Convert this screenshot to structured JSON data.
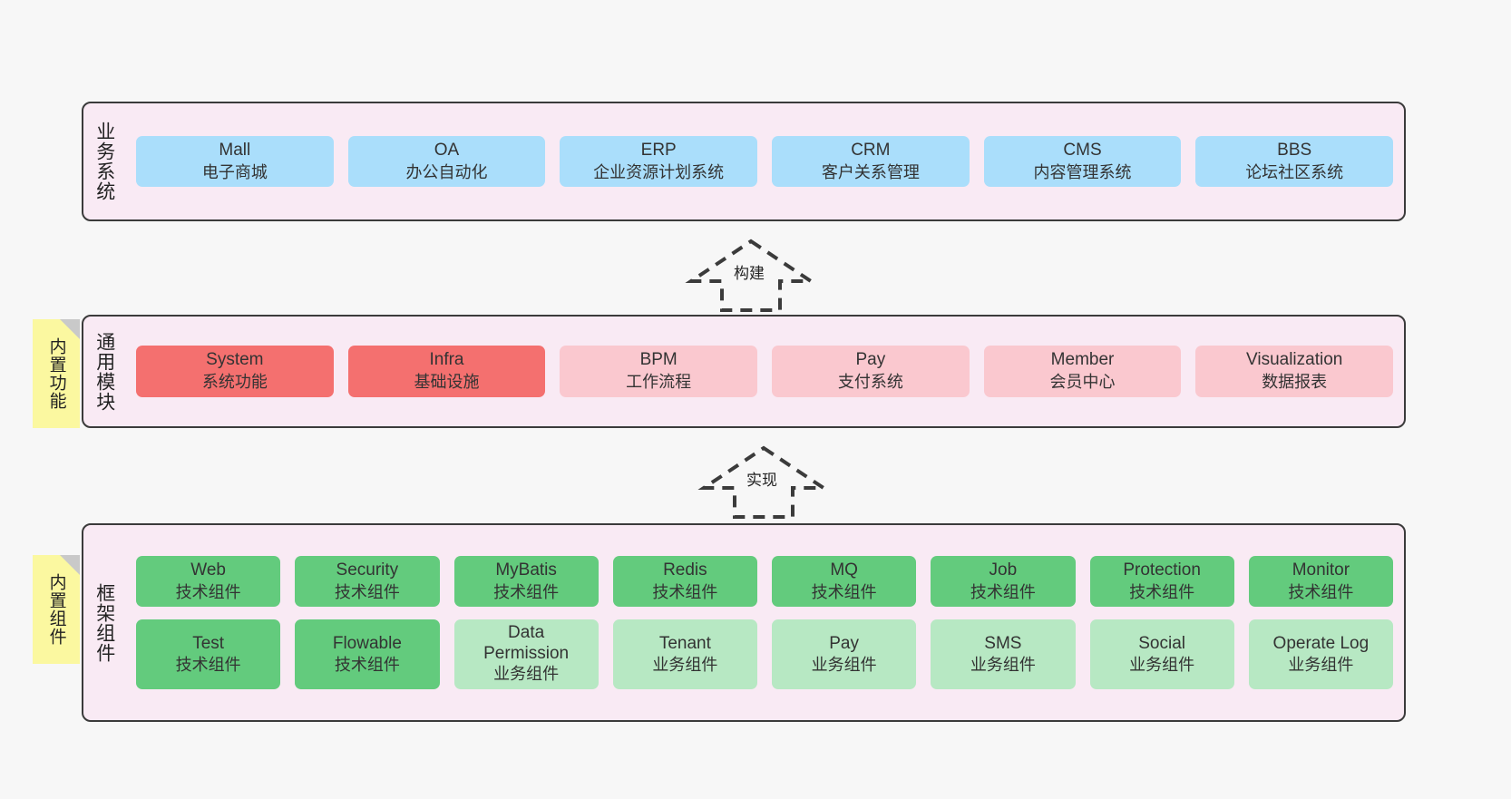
{
  "canvas": {
    "background": "#f7f7f7"
  },
  "palette": {
    "panel_fill": "#f9eaf4",
    "panel_border": "#3b3b3b",
    "blue": "#aadefb",
    "red": "#f4706f",
    "pink": "#fac8cf",
    "green": "#63cb7d",
    "light_green": "#b7e8c3",
    "note_yellow": "#fbf8a0",
    "note_fold": "#c9c9c9"
  },
  "layers": [
    {
      "id": "business-system",
      "title": "业务系统",
      "rows": [
        {
          "cards": [
            {
              "en": "Mall",
              "cn": "电子商城",
              "color": "c-blue"
            },
            {
              "en": "OA",
              "cn": "办公自动化",
              "color": "c-blue"
            },
            {
              "en": "ERP",
              "cn": "企业资源计划系统",
              "color": "c-blue"
            },
            {
              "en": "CRM",
              "cn": "客户关系管理",
              "color": "c-blue"
            },
            {
              "en": "CMS",
              "cn": "内容管理系统",
              "color": "c-blue"
            },
            {
              "en": "BBS",
              "cn": "论坛社区系统",
              "color": "c-blue"
            }
          ]
        }
      ]
    },
    {
      "id": "common-modules",
      "title": "通用模块",
      "note": "内置功能",
      "rows": [
        {
          "cards": [
            {
              "en": "System",
              "cn": "系统功能",
              "color": "c-red"
            },
            {
              "en": "Infra",
              "cn": "基础设施",
              "color": "c-red"
            },
            {
              "en": "BPM",
              "cn": "工作流程",
              "color": "c-pink"
            },
            {
              "en": "Pay",
              "cn": "支付系统",
              "color": "c-pink"
            },
            {
              "en": "Member",
              "cn": "会员中心",
              "color": "c-pink"
            },
            {
              "en": "Visualization",
              "cn": "数据报表",
              "color": "c-pink"
            }
          ]
        }
      ]
    },
    {
      "id": "framework-components",
      "title": "框架组件",
      "note": "内置组件",
      "rows": [
        {
          "cards": [
            {
              "en": "Web",
              "cn": "技术组件",
              "color": "c-green"
            },
            {
              "en": "Security",
              "cn": "技术组件",
              "color": "c-green"
            },
            {
              "en": "MyBatis",
              "cn": "技术组件",
              "color": "c-green"
            },
            {
              "en": "Redis",
              "cn": "技术组件",
              "color": "c-green"
            },
            {
              "en": "MQ",
              "cn": "技术组件",
              "color": "c-green"
            },
            {
              "en": "Job",
              "cn": "技术组件",
              "color": "c-green"
            },
            {
              "en": "Protection",
              "cn": "技术组件",
              "color": "c-green"
            },
            {
              "en": "Monitor",
              "cn": "技术组件",
              "color": "c-green"
            }
          ]
        },
        {
          "cards": [
            {
              "en": "Test",
              "cn": "技术组件",
              "color": "c-green"
            },
            {
              "en": "Flowable",
              "cn": "技术组件",
              "color": "c-green"
            },
            {
              "en": "Data Permission",
              "cn": "业务组件",
              "color": "c-lgreen",
              "wrap": true
            },
            {
              "en": "Tenant",
              "cn": "业务组件",
              "color": "c-lgreen"
            },
            {
              "en": "Pay",
              "cn": "业务组件",
              "color": "c-lgreen"
            },
            {
              "en": "SMS",
              "cn": "业务组件",
              "color": "c-lgreen"
            },
            {
              "en": "Social",
              "cn": "业务组件",
              "color": "c-lgreen"
            },
            {
              "en": "Operate Log",
              "cn": "业务组件",
              "color": "c-lgreen"
            }
          ]
        }
      ]
    }
  ],
  "connectors": [
    {
      "id": "build",
      "label": "构建",
      "style": "dashed-hollow-arrow-up"
    },
    {
      "id": "implement",
      "label": "实现",
      "style": "dashed-hollow-arrow-up"
    }
  ]
}
